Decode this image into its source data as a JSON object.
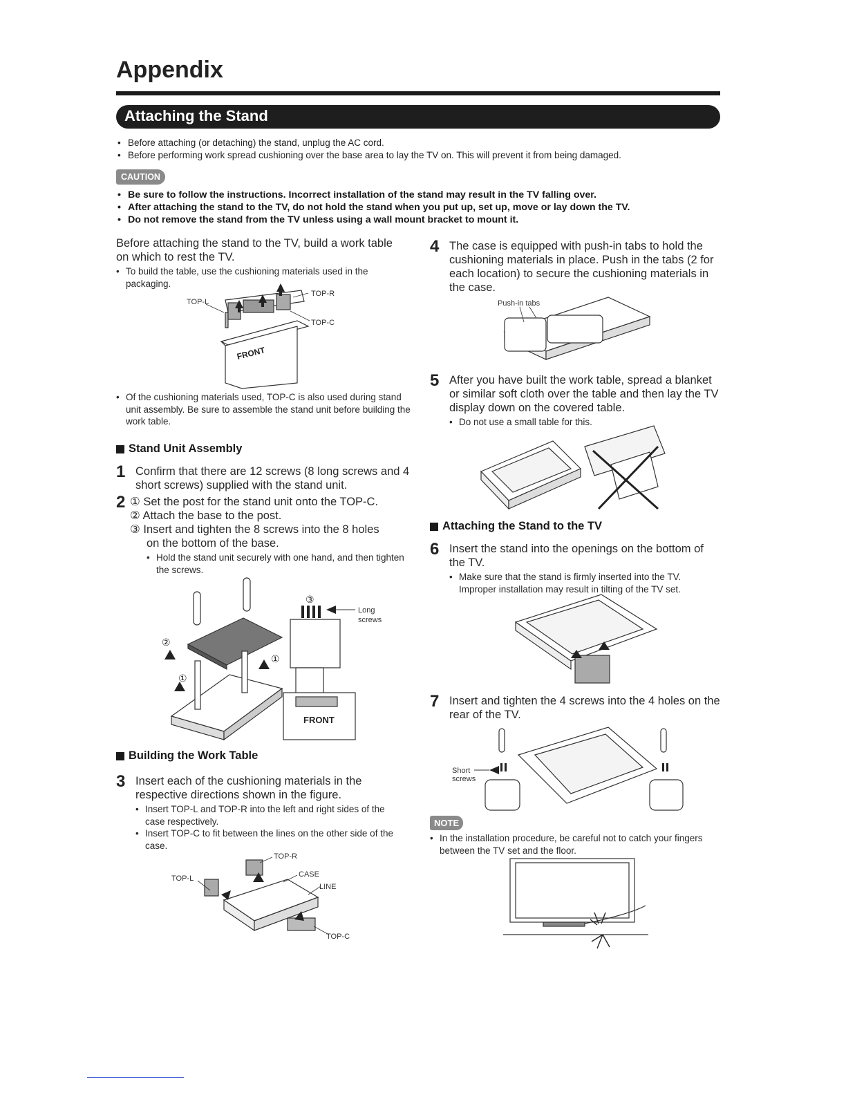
{
  "header": {
    "title": "Appendix",
    "section": "Attaching the Stand"
  },
  "intro": [
    "Before attaching (or detaching) the stand, unplug the AC cord.",
    "Before performing work spread cushioning over the base area to lay the TV on. This will prevent it from being damaged."
  ],
  "caution": {
    "label": "CAUTION",
    "items": [
      "Be sure to follow the instructions. Incorrect installation of the stand may result in the TV falling over.",
      "After attaching the stand to the TV, do not hold the stand when you put up, set up, move or lay down the TV.",
      "Do not remove the stand from the TV unless using a wall mount bracket to mount it."
    ]
  },
  "left": {
    "intro": "Before attaching the stand to the TV, build a work table on which to rest the TV.",
    "intro_bullet": "To build the table, use the cushioning materials used in the packaging.",
    "fig1": {
      "top_l": "TOP-L",
      "top_r": "TOP-R",
      "top_c": "TOP-C",
      "front": "FRONT"
    },
    "after_bullet": "Of the cushioning materials used, TOP-C is also used during stand unit assembly. Be sure to assemble the stand unit before building the work table.",
    "stand_assembly": {
      "heading": "Stand Unit Assembly",
      "step1_num": "1",
      "step1": "Confirm that there are 12 screws (8 long screws and 4 short screws) supplied with the stand unit.",
      "step2_num": "2",
      "step2_1": "① Set the post for the stand unit onto the TOP-C.",
      "step2_2": "② Attach the base to the post.",
      "step2_3": "③ Insert and tighten the 8 screws into the 8 holes",
      "step2_3b": "on the bottom of the base.",
      "step2_bullet": "Hold the stand unit securely with one hand, and then tighten the screws.",
      "fig2": {
        "long": "Long",
        "screws": "screws",
        "front": "FRONT",
        "c1": "①",
        "c2": "②",
        "c3": "③"
      }
    },
    "work_table": {
      "heading": "Building the Work Table",
      "step3_num": "3",
      "step3": "Insert each of the cushioning materials in the respective directions shown in the figure.",
      "bullet1": "Insert TOP-L and TOP-R into the left and right sides of the case respectively.",
      "bullet2": "Insert TOP-C to fit between the lines on the other side of the case.",
      "fig3": {
        "top_r": "TOP-R",
        "top_l": "TOP-L",
        "case": "CASE",
        "line": "LINE",
        "top_c": "TOP-C"
      }
    }
  },
  "right": {
    "step4_num": "4",
    "step4": "The case is equipped with push-in tabs to hold the cushioning materials in place. Push in the tabs (2 for each location) to secure the cushioning materials in the case.",
    "fig4": {
      "push_in_tabs": "Push-in tabs"
    },
    "step5_num": "5",
    "step5": "After you have built the work table, spread a blanket or similar soft cloth over the table and then lay the TV display down on the covered table.",
    "step5_bullet": "Do not use a small table for this.",
    "attach_heading": "Attaching the Stand to the TV",
    "step6_num": "6",
    "step6": "Insert the stand into the openings on the bottom of the TV.",
    "step6_bullet": "Make sure that the stand is firmly inserted into the TV. Improper installation may result in tilting of the TV set.",
    "step7_num": "7",
    "step7": "Insert and tighten the 4 screws into the 4 holes on the rear of the TV.",
    "fig7": {
      "short": "Short",
      "screws": "screws"
    },
    "note": {
      "label": "NOTE",
      "text": "In the installation procedure, be careful not to catch your fingers between the TV set and the floor."
    }
  }
}
